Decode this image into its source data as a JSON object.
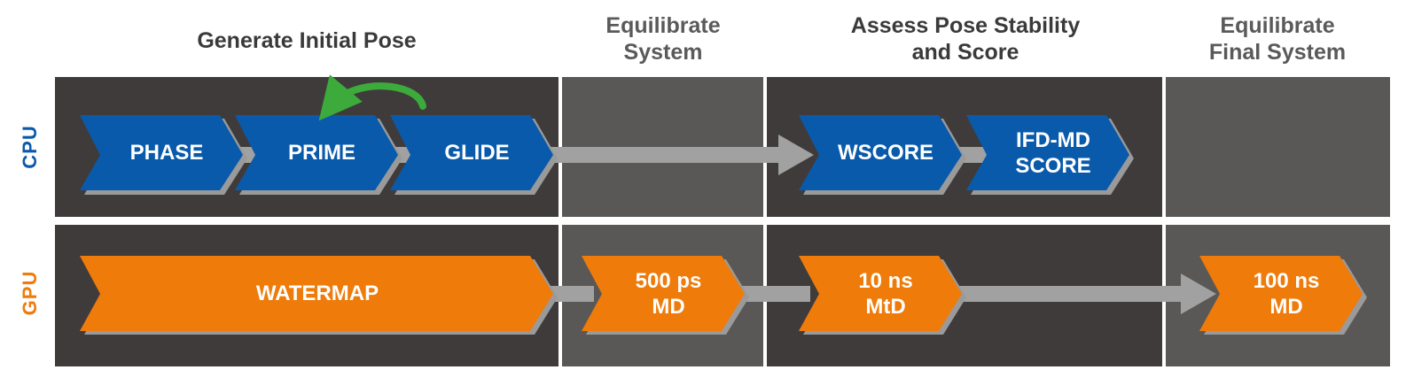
{
  "colors": {
    "dark_panel": "#3f3b3b",
    "light_panel": "#5a5857",
    "cpu_blue": "#0a5aab",
    "gpu_orange": "#ee7b0a",
    "arrow_gray": "#a0a1a0",
    "shadow_gray": "#9a9a9a",
    "loop_green": "#3cab3c",
    "header_dark": "#3a3a3a",
    "header_gray": "#5a5a5a"
  },
  "stages": [
    {
      "title": "Generate Initial Pose"
    },
    {
      "title": "Equilibrate\nSystem"
    },
    {
      "title": "Assess Pose Stability\nand Score"
    },
    {
      "title": "Equilibrate\nFinal System"
    }
  ],
  "rows": {
    "cpu": {
      "label": "CPU"
    },
    "gpu": {
      "label": "GPU"
    }
  },
  "steps": {
    "phase": "PHASE",
    "prime": "PRIME",
    "glide": "GLIDE",
    "wscore": "WSCORE",
    "ifdmd_score": "IFD-MD\nSCORE",
    "watermap": "WATERMAP",
    "md_500ps": "500 ps\nMD",
    "mtd_10ns": "10 ns\nMtD",
    "md_100ns": "100 ns\nMD"
  },
  "icons": {
    "loop_arrow": "curved-arrow-icon",
    "flow_arrow": "right-arrow-icon"
  }
}
